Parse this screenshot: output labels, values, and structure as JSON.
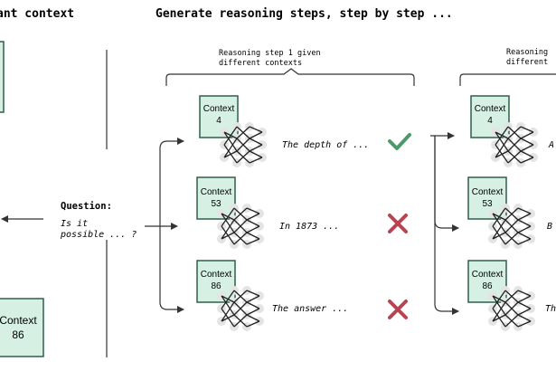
{
  "header": {
    "left_title": "ant context",
    "right_title": "Generate reasoning steps, step by step ..."
  },
  "question": {
    "label": "Question:",
    "text_line1": "Is it",
    "text_line2": "possible ... ?"
  },
  "brace_labels": {
    "step1_line1": "Reasoning step 1 given",
    "step1_line2": "different contexts",
    "step2_line1": "Reasoning",
    "step2_line2": "different"
  },
  "left_context": {
    "title": "Context",
    "number": "86"
  },
  "column1": [
    {
      "title": "Context",
      "number": "4",
      "reasoning": "The depth of ...",
      "result": "check"
    },
    {
      "title": "Context",
      "number": "53",
      "reasoning": "In 1873 ...",
      "result": "cross"
    },
    {
      "title": "Context",
      "number": "86",
      "reasoning": "The answer ...",
      "result": "cross"
    }
  ],
  "column2": [
    {
      "title": "Context",
      "number": "4",
      "reasoning": "A"
    },
    {
      "title": "Context",
      "number": "53",
      "reasoning": "B"
    },
    {
      "title": "Context",
      "number": "86",
      "reasoning": "Th"
    }
  ],
  "colors": {
    "context_fill": "#d6f0e3",
    "context_stroke": "#2f5f4c",
    "check": "#4a9a6a",
    "cross": "#b84452",
    "line": "#333333"
  },
  "icons": {
    "network": "neural-network-icon",
    "check": "check-icon",
    "cross": "cross-icon"
  }
}
